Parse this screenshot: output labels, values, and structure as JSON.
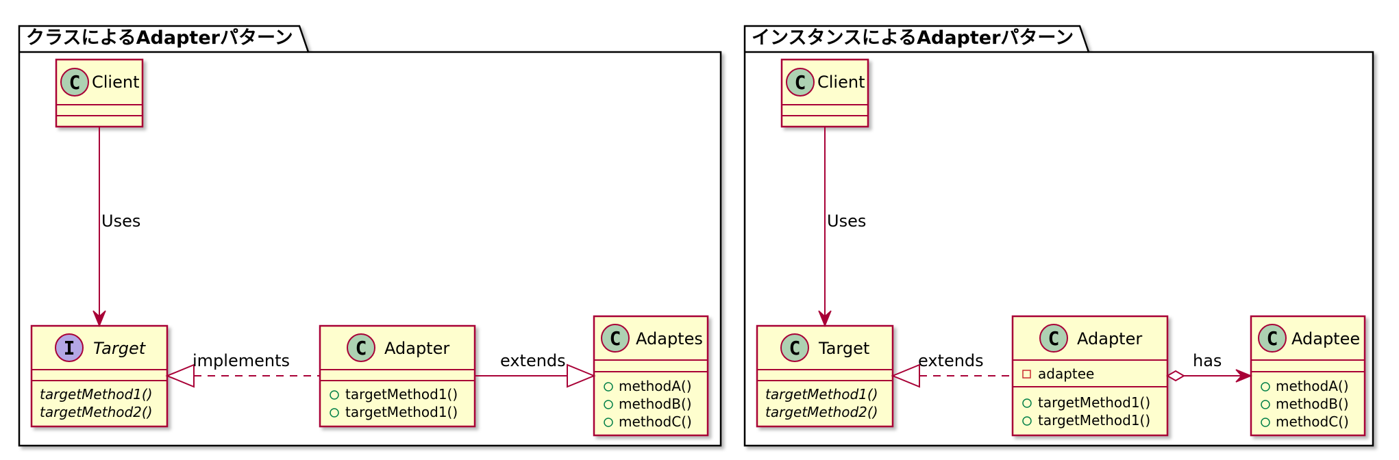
{
  "packages": {
    "class_adapter": {
      "title": "クラスによるAdapterパターン",
      "client": {
        "name": "Client",
        "stereotype": "C"
      },
      "target": {
        "name": "Target",
        "stereotype": "I",
        "methods": [
          "targetMethod1()",
          "targetMethod2()"
        ]
      },
      "adapter": {
        "name": "Adapter",
        "stereotype": "C",
        "methods": [
          "targetMethod1()",
          "targetMethod1()"
        ]
      },
      "adaptee": {
        "name": "Adaptes",
        "stereotype": "C",
        "methods": [
          "methodA()",
          "methodB()",
          "methodC()"
        ]
      },
      "edges": {
        "uses": "Uses",
        "implements": "implements",
        "extends": "extends"
      }
    },
    "instance_adapter": {
      "title": "インスタンスによるAdapterパターン",
      "client": {
        "name": "Client",
        "stereotype": "C"
      },
      "target": {
        "name": "Target",
        "stereotype": "C",
        "methods": [
          "targetMethod1()",
          "targetMethod2()"
        ]
      },
      "adapter": {
        "name": "Adapter",
        "stereotype": "C",
        "fields": [
          "adaptee"
        ],
        "methods": [
          "targetMethod1()",
          "targetMethod1()"
        ]
      },
      "adaptee": {
        "name": "Adaptee",
        "stereotype": "C",
        "methods": [
          "methodA()",
          "methodB()",
          "methodC()"
        ]
      },
      "edges": {
        "uses": "Uses",
        "extends": "extends",
        "has": "has"
      }
    }
  },
  "colors": {
    "class_fill": "#FEFECE",
    "border": "#A80036",
    "class_badge": "#ADD1B2",
    "interface_badge": "#B4A7E5",
    "package_border": "#000000"
  }
}
